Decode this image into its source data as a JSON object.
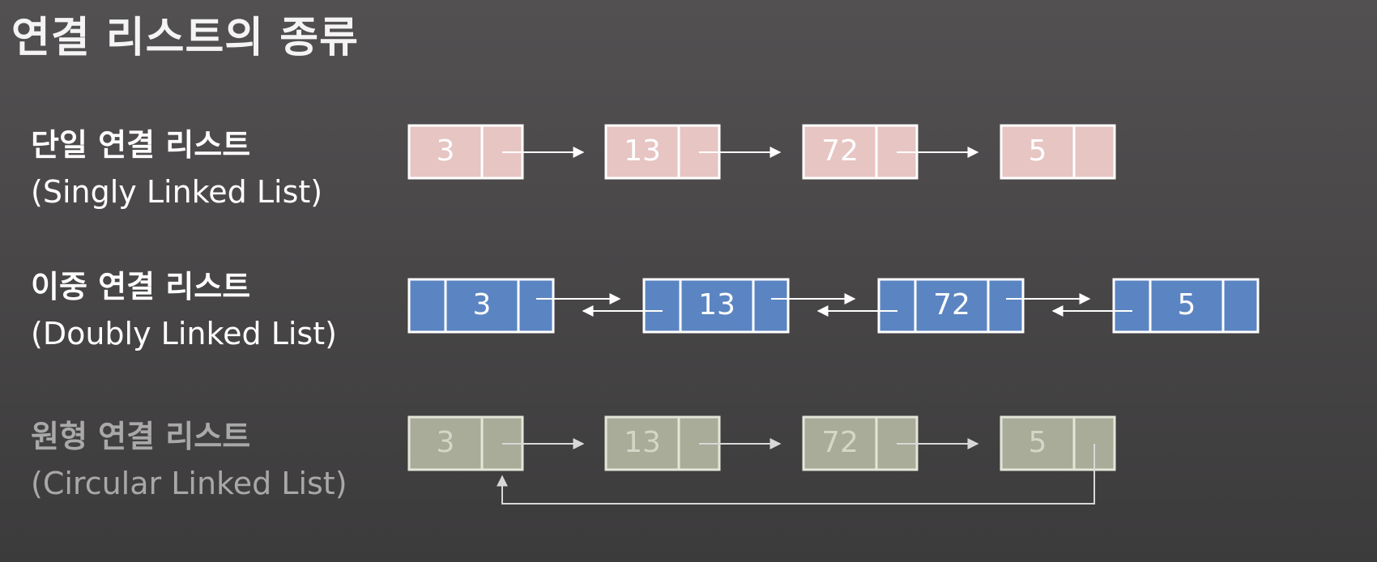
{
  "title": "연결 리스트의 종류",
  "sections": [
    {
      "label_ko": "단일 연결 리스트",
      "label_en": "(Singly Linked List)",
      "nodes": [
        "3",
        "13",
        "72",
        "5"
      ]
    },
    {
      "label_ko": "이중 연결 리스트",
      "label_en": "(Doubly Linked List)",
      "nodes": [
        "3",
        "13",
        "72",
        "5"
      ]
    },
    {
      "label_ko": "원형 연결 리스트",
      "label_en": "(Circular Linked List)",
      "nodes": [
        "3",
        "13",
        "72",
        "5"
      ]
    }
  ],
  "colors": {
    "singly_fill": "#e6c5c3",
    "doubly_fill": "#5b85c2",
    "circular_fill": "#a8ac98",
    "border": "#ffffff"
  }
}
